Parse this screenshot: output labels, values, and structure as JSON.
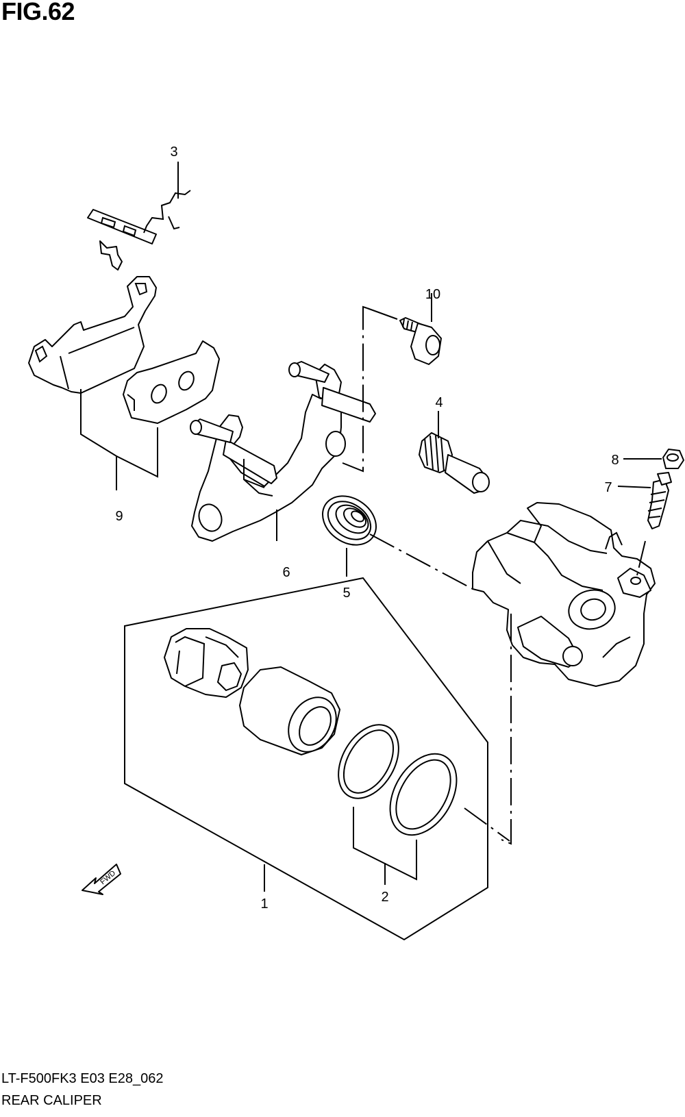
{
  "figure": {
    "title": "FIG.62",
    "model_code": "LT-F500FK3 E03 E28_062",
    "name": "REAR CALIPER",
    "direction_marker": "FWD"
  },
  "callouts": [
    "1",
    "2",
    "3",
    "4",
    "5",
    "6",
    "7",
    "8",
    "9",
    "10"
  ],
  "parts": [
    {
      "ref": "1",
      "depicts": "caliper piston seal set (boot, piston, seals)"
    },
    {
      "ref": "2",
      "depicts": "seal rings"
    },
    {
      "ref": "3",
      "depicts": "pad spring clip"
    },
    {
      "ref": "4",
      "depicts": "slide pin"
    },
    {
      "ref": "5",
      "depicts": "boot"
    },
    {
      "ref": "6",
      "depicts": "caliper bracket"
    },
    {
      "ref": "7",
      "depicts": "bleeder valve"
    },
    {
      "ref": "8",
      "depicts": "cap"
    },
    {
      "ref": "9",
      "depicts": "brake pads"
    },
    {
      "ref": "10",
      "depicts": "bolt"
    }
  ]
}
